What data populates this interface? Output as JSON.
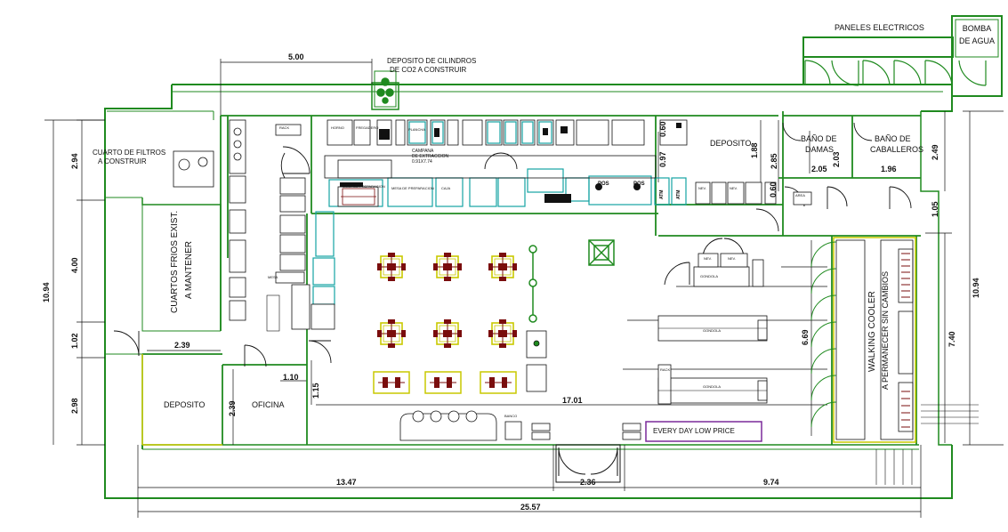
{
  "rooms": {
    "paneles": "PANELES ELECTRICOS",
    "bomba_1": "BOMBA",
    "bomba_2": "DE AGUA",
    "co2_1": "DEPOSITO DE CILINDROS",
    "co2_2": "DE CO2 A CONSTRUIR",
    "filtros_1": "CUARTO DE FILTROS",
    "filtros_2": "A CONSTRUIR",
    "frios_1": "CUARTOS FRIOS EXIST.",
    "frios_2": "A MANTENER",
    "deposito_left": "DEPOSITO",
    "oficina": "OFICINA",
    "deposito_top": "DEPOSITO",
    "bano_damas_1": "BAÑO DE",
    "bano_damas_2": "DAMAS",
    "bano_cab_1": "BAÑO DE",
    "bano_cab_2": "CABALLEROS",
    "walking_1": "WALKING COOLER",
    "walking_2": "A PERMANECER SIN CAMBIOS",
    "every_day": "EVERY DAY LOW PRICE",
    "campana_1": "CAMPANA",
    "campana_2": "DE EXTRACCION",
    "campana_3": "0.91X7.74",
    "pos": "POS",
    "atm": "ATM"
  },
  "dimensions": {
    "top_5": "5.00",
    "left_294": "2.94",
    "left_400": "4.00",
    "left_102": "1.02",
    "left_298": "2.98",
    "left_1094": "10.94",
    "right_1094": "10.94",
    "d_239_h": "2.39",
    "d_239_v": "2.39",
    "d_110": "1.10",
    "d_115": "1.15",
    "d_1701": "17.01",
    "d_1347": "13.47",
    "d_236": "2.36",
    "d_974": "9.74",
    "d_2557": "25.57",
    "d_205": "2.05",
    "d_196": "1.96",
    "d_203": "2.03",
    "d_249": "2.49",
    "d_105": "1.05",
    "d_740": "7.40",
    "d_669": "6.69",
    "d_188": "1.88",
    "d_285": "2.85",
    "d_097": "0.97",
    "d_060a": "0.60",
    "d_060b": "0.60"
  },
  "equipment": {
    "rack_top": "RACK",
    "horno": "HORNO",
    "fregadero": "FREGADERO",
    "plancha": "PLANCHA",
    "mesa_prep": "MESA DE PREPARACION",
    "mesa_prep_2": "MESA DE PREPARACION",
    "caja_1": "CAJA",
    "neveras": "NEV.",
    "gondola_1": "GONDOLA",
    "gondola_2": "GONDOLA",
    "gondola_3": "GONDOLA",
    "mesa_servicio": "MESA",
    "rack_small": "RACK",
    "area": "AREA",
    "banco": "BANCO"
  },
  "colors": {
    "wall": "#1f8a1f",
    "equipment": "#111111",
    "tables": "#c9c900",
    "chairs": "#7a0d0d",
    "cyan": "#14a3a3",
    "purple": "#7a2a9a",
    "door_arc": "#1f8a1f"
  }
}
